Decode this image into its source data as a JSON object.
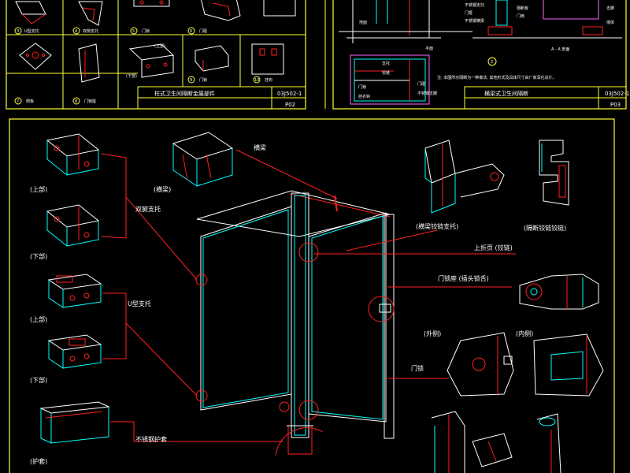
{
  "sheet_left": {
    "title": "柱式卫生间隔断金属部件",
    "code": "03J502-1",
    "page": "P02",
    "cell_labels": [
      "U型支托",
      "双侧支托",
      "门锁",
      "门碰",
      "侧板",
      "门锁座",
      "门锁",
      "挂钩"
    ],
    "cell_numbers": [
      "3",
      "4",
      "5",
      "6",
      "7",
      "8",
      "9",
      "10"
    ],
    "sub_labels": [
      "(上部)",
      "(下部)"
    ]
  },
  "sheet_right": {
    "title": "横梁式卫生间隔断",
    "code": "03J502-1",
    "page": "P03",
    "section_label": "A - A 剖面",
    "plan_label": "平面",
    "note": "注: 本图所示隔断为一种做法, 其他形式及具体尺寸由厂家深化设计。",
    "callout_number": "2",
    "small_labels": [
      "不锈钢支托",
      "门框",
      "不锈钢横梁",
      "地面",
      "隔断板",
      "门扇",
      "支脚",
      "墙体",
      "支托",
      "铰链",
      "门锁",
      "门碰",
      "挂衣钩",
      "不锈钢支脚"
    ]
  },
  "main": {
    "labels": {
      "beam": "横梁",
      "shell": "(横梁)",
      "double_bracket": "双腿支托",
      "u_bracket": "U型支托",
      "upper1": "(上部)",
      "lower1": "(下部)",
      "upper2": "(上部)",
      "lower2": "(下部)",
      "foot_cover": "(护套)",
      "foot": "不锈钢护套",
      "hinge_bracket": "(横梁铰链支托)",
      "hinge_bracket2": "(隔断铰链铰链)",
      "upper_hinge": "上折页 (铰链)",
      "door_lock": "门锁座 (插头锁舌)",
      "door_latch": "门锁",
      "outside": "(外侧)",
      "inside": "(内侧)"
    }
  }
}
